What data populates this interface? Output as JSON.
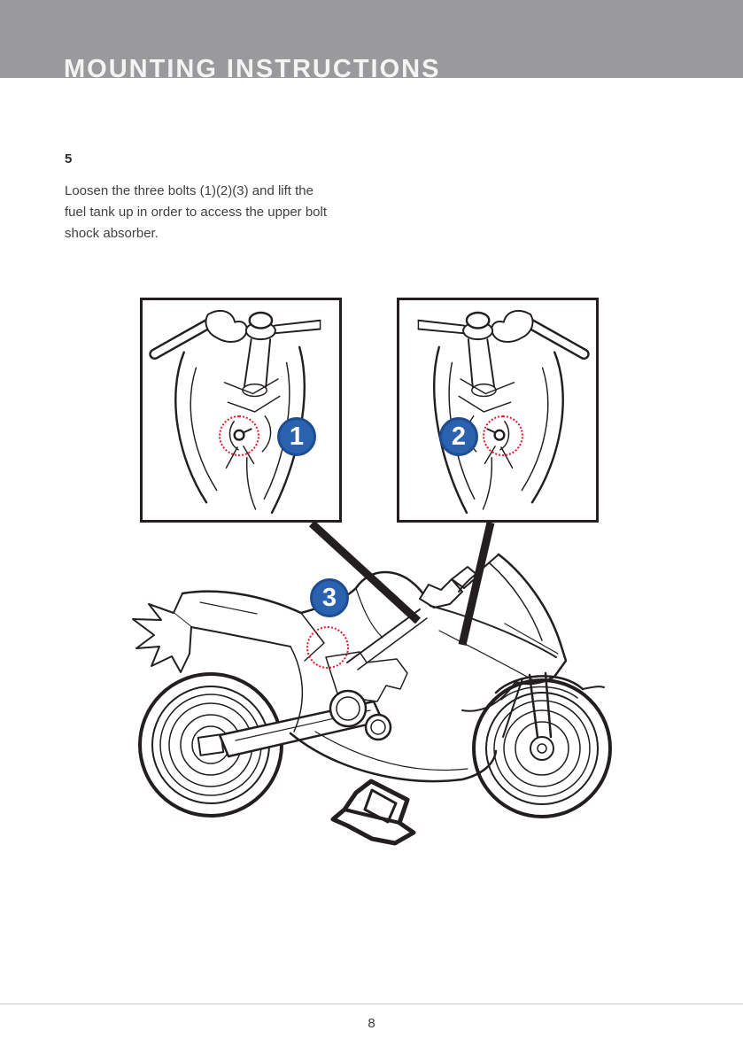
{
  "header": {
    "title": "MOUNTING INSTRUCTIONS"
  },
  "step": {
    "number": "5",
    "lines": [
      "Loosen the three bolts (1)(2)(3) and lift the",
      "fuel tank up in order to access the upper bolt",
      "shock absorber."
    ]
  },
  "callouts": [
    {
      "label": "1"
    },
    {
      "label": "2"
    },
    {
      "label": "3"
    }
  ],
  "footer": {
    "page_number": "8"
  },
  "colors": {
    "header_band": "#9A999C",
    "callout_blue": "#2A62B0",
    "callout_blue_border": "#1E4C90",
    "highlight_red": "#E8192C",
    "ink": "#231F20"
  }
}
